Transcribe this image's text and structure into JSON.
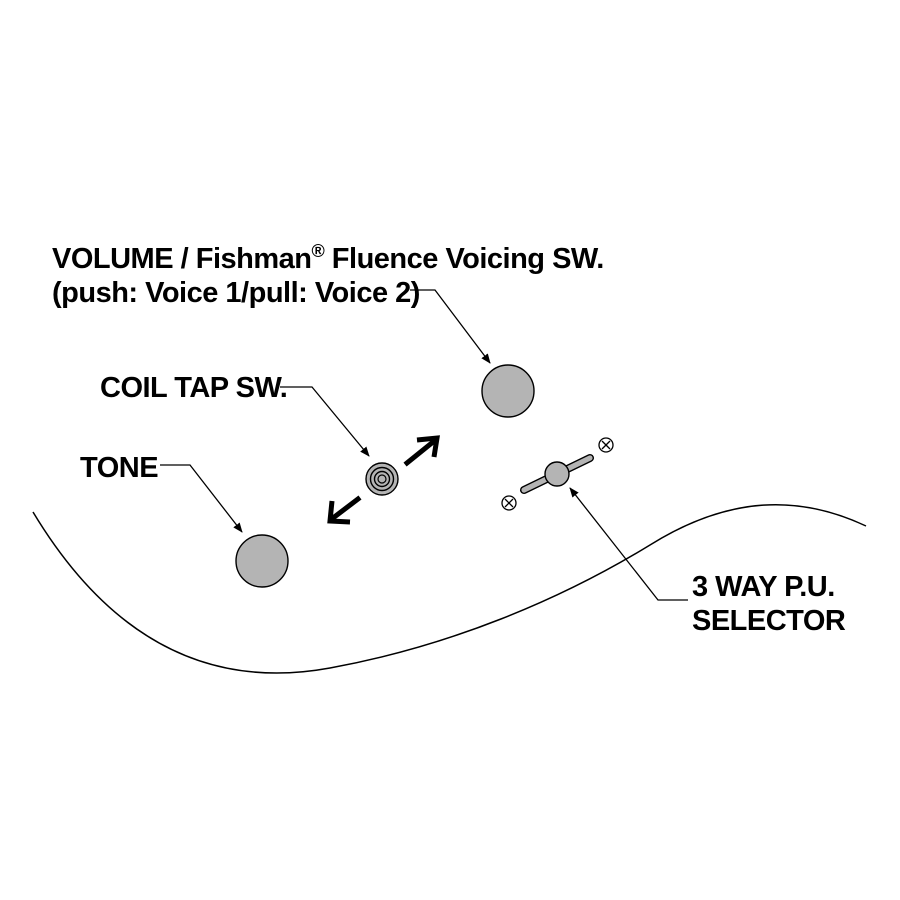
{
  "labels": {
    "volume_line1_part1": "VOLUME / Fishman",
    "volume_registered": "®",
    "volume_line1_part2": " Fluence Voicing SW.",
    "volume_line2": "(push: Voice 1/pull: Voice 2)",
    "coil_tap": "COIL TAP SW.",
    "tone": "TONE",
    "selector_line1": "3 WAY P.U.",
    "selector_line2": "SELECTOR"
  },
  "colors": {
    "knob_fill": "#b4b4b4",
    "outline": "#000000",
    "background": "#ffffff"
  },
  "icons": {
    "knob": "circle-knob",
    "coil_tap_switch": "concentric-ring-switch",
    "selector_screw": "cross-screw-icon",
    "direction": "double-arrow-icon"
  }
}
